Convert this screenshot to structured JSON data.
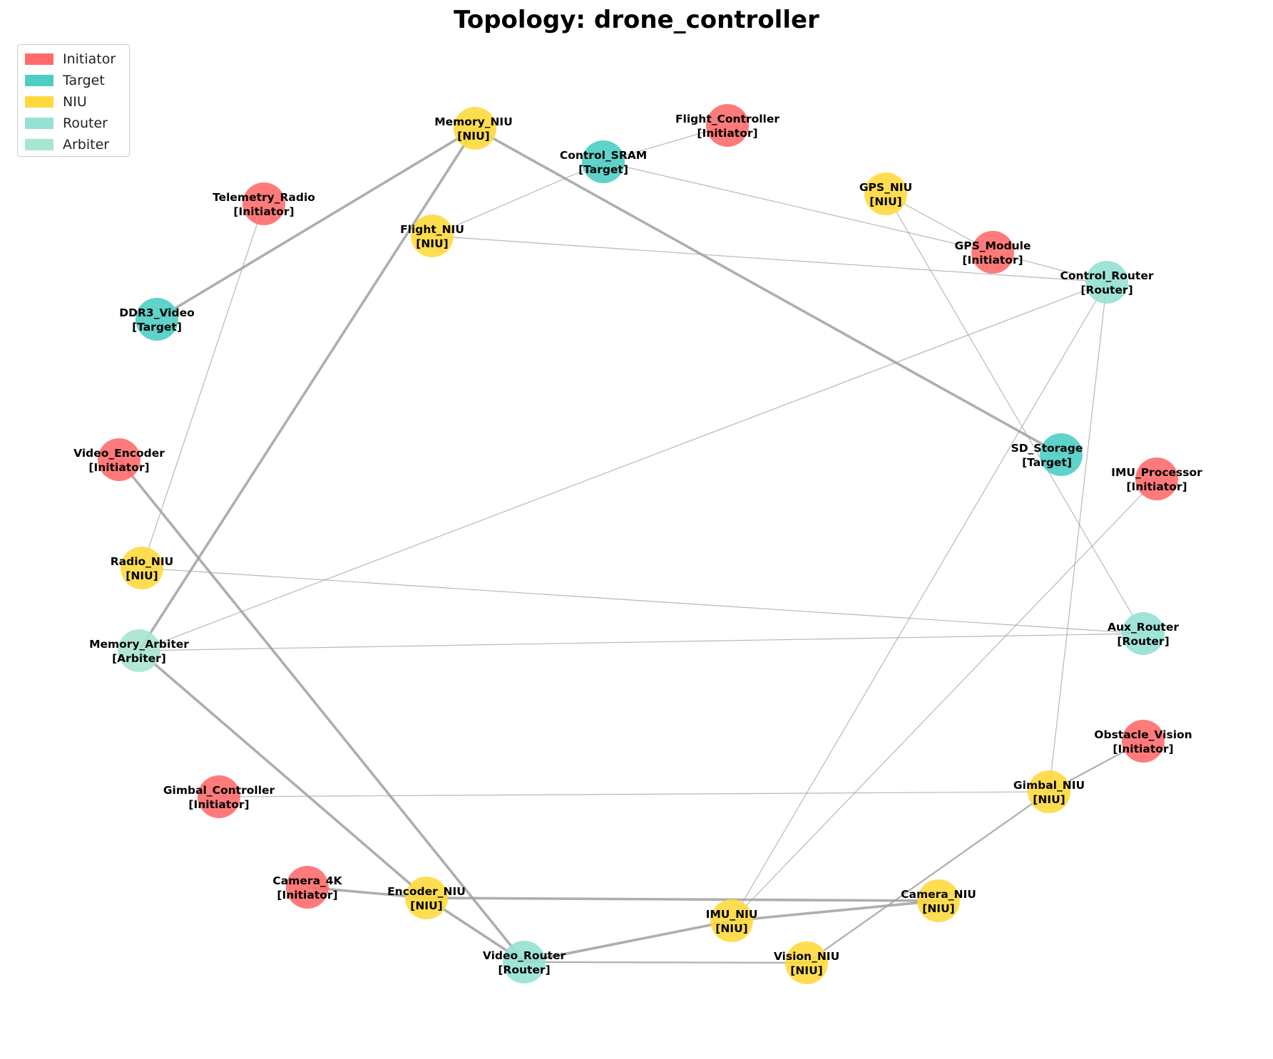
{
  "title": "Topology: drone_controller",
  "legend": [
    {
      "label": "Initiator",
      "color": "#ff6b6b"
    },
    {
      "label": "Target",
      "color": "#4ecdc4"
    },
    {
      "label": "NIU",
      "color": "#ffd93d"
    },
    {
      "label": "Router",
      "color": "#95e1d3"
    },
    {
      "label": "Arbiter",
      "color": "#a8e6cf"
    }
  ],
  "colors": {
    "Initiator": "#ff6b6b",
    "Target": "#4ecdc4",
    "NIU": "#ffd93d",
    "Router": "#95e1d3",
    "Arbiter": "#a8e6cf",
    "edge": "#a0a0a0"
  },
  "nodes": [
    {
      "id": "Memory_NIU",
      "type": "NIU"
    },
    {
      "id": "Flight_Controller",
      "type": "Initiator"
    },
    {
      "id": "Control_SRAM",
      "type": "Target"
    },
    {
      "id": "GPS_NIU",
      "type": "NIU"
    },
    {
      "id": "Telemetry_Radio",
      "type": "Initiator"
    },
    {
      "id": "Flight_NIU",
      "type": "NIU"
    },
    {
      "id": "GPS_Module",
      "type": "Initiator"
    },
    {
      "id": "Control_Router",
      "type": "Router"
    },
    {
      "id": "DDR3_Video",
      "type": "Target"
    },
    {
      "id": "Video_Encoder",
      "type": "Initiator"
    },
    {
      "id": "SD_Storage",
      "type": "Target"
    },
    {
      "id": "IMU_Processor",
      "type": "Initiator"
    },
    {
      "id": "Radio_NIU",
      "type": "NIU"
    },
    {
      "id": "Aux_Router",
      "type": "Router"
    },
    {
      "id": "Memory_Arbiter",
      "type": "Arbiter"
    },
    {
      "id": "Obstacle_Vision",
      "type": "Initiator"
    },
    {
      "id": "Gimbal_Controller",
      "type": "Initiator"
    },
    {
      "id": "Gimbal_NIU",
      "type": "NIU"
    },
    {
      "id": "Camera_4K",
      "type": "Initiator"
    },
    {
      "id": "Encoder_NIU",
      "type": "NIU"
    },
    {
      "id": "Camera_NIU",
      "type": "NIU"
    },
    {
      "id": "IMU_NIU",
      "type": "NIU"
    },
    {
      "id": "Video_Router",
      "type": "Router"
    },
    {
      "id": "Vision_NIU",
      "type": "NIU"
    }
  ],
  "edges": [
    {
      "from": "Memory_NIU",
      "to": "DDR3_Video",
      "weight": "heavy"
    },
    {
      "from": "Memory_NIU",
      "to": "Memory_Arbiter",
      "weight": "heavy"
    },
    {
      "from": "Memory_NIU",
      "to": "SD_Storage",
      "weight": "heavy"
    },
    {
      "from": "Flight_Controller",
      "to": "Control_SRAM",
      "weight": "light"
    },
    {
      "from": "Control_SRAM",
      "to": "Flight_NIU",
      "weight": "light"
    },
    {
      "from": "Control_SRAM",
      "to": "GPS_Module",
      "weight": "light"
    },
    {
      "from": "Flight_NIU",
      "to": "Control_Router",
      "weight": "light"
    },
    {
      "from": "GPS_NIU",
      "to": "GPS_Module",
      "weight": "light"
    },
    {
      "from": "GPS_Module",
      "to": "Control_Router",
      "weight": "light"
    },
    {
      "from": "GPS_NIU",
      "to": "Aux_Router",
      "weight": "light"
    },
    {
      "from": "Telemetry_Radio",
      "to": "Radio_NIU",
      "weight": "light"
    },
    {
      "from": "Control_Router",
      "to": "Memory_Arbiter",
      "weight": "light"
    },
    {
      "from": "Control_Router",
      "to": "IMU_NIU",
      "weight": "light"
    },
    {
      "from": "Control_Router",
      "to": "Gimbal_NIU",
      "weight": "light"
    },
    {
      "from": "IMU_Processor",
      "to": "IMU_NIU",
      "weight": "light"
    },
    {
      "from": "Radio_NIU",
      "to": "Aux_Router",
      "weight": "light"
    },
    {
      "from": "Aux_Router",
      "to": "Memory_Arbiter",
      "weight": "light"
    },
    {
      "from": "Memory_Arbiter",
      "to": "Encoder_NIU",
      "weight": "heavy"
    },
    {
      "from": "Video_Encoder",
      "to": "Video_Router",
      "weight": "heavy"
    },
    {
      "from": "Gimbal_Controller",
      "to": "Gimbal_NIU",
      "weight": "light"
    },
    {
      "from": "Obstacle_Vision",
      "to": "Gimbal_NIU",
      "weight": "medium"
    },
    {
      "from": "Gimbal_NIU",
      "to": "Vision_NIU",
      "weight": "medium"
    },
    {
      "from": "Camera_4K",
      "to": "Encoder_NIU",
      "weight": "heavy"
    },
    {
      "from": "Encoder_NIU",
      "to": "Camera_NIU",
      "weight": "heavy"
    },
    {
      "from": "Encoder_NIU",
      "to": "Video_Router",
      "weight": "heavy"
    },
    {
      "from": "Video_Router",
      "to": "IMU_NIU",
      "weight": "heavy"
    },
    {
      "from": "IMU_NIU",
      "to": "Camera_NIU",
      "weight": "heavy"
    },
    {
      "from": "Video_Router",
      "to": "Vision_NIU",
      "weight": "medium"
    }
  ]
}
